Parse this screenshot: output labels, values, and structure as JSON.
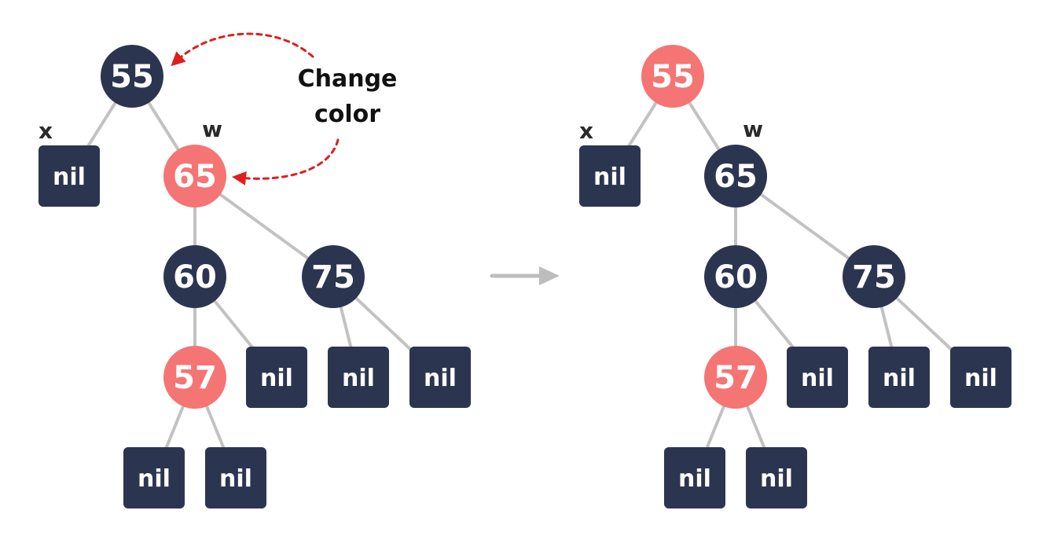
{
  "colors": {
    "black_node": "#2c3550",
    "red_node": "#f47574",
    "edge": "#c2c2c2",
    "arrow": "#bdbdbd",
    "annotation_arrow": "#e01e1e"
  },
  "annotation": {
    "line1": "Change",
    "line2": "color"
  },
  "before": {
    "nodes": [
      {
        "id": "55",
        "label": "55",
        "color": "black"
      },
      {
        "id": "65",
        "label": "65",
        "color": "red"
      },
      {
        "id": "60",
        "label": "60",
        "color": "black"
      },
      {
        "id": "75",
        "label": "75",
        "color": "black"
      },
      {
        "id": "57",
        "label": "57",
        "color": "red"
      }
    ],
    "nils": [
      "nil",
      "nil",
      "nil",
      "nil",
      "nil",
      "nil",
      "nil"
    ],
    "labels": {
      "x": "x",
      "w": "w"
    }
  },
  "after": {
    "nodes": [
      {
        "id": "55",
        "label": "55",
        "color": "red"
      },
      {
        "id": "65",
        "label": "65",
        "color": "black"
      },
      {
        "id": "60",
        "label": "60",
        "color": "black"
      },
      {
        "id": "75",
        "label": "75",
        "color": "black"
      },
      {
        "id": "57",
        "label": "57",
        "color": "red"
      }
    ],
    "nils": [
      "nil",
      "nil",
      "nil",
      "nil",
      "nil",
      "nil",
      "nil"
    ],
    "labels": {
      "x": "x",
      "w": "w"
    }
  },
  "transition_arrow_icon": "right-arrow-icon"
}
